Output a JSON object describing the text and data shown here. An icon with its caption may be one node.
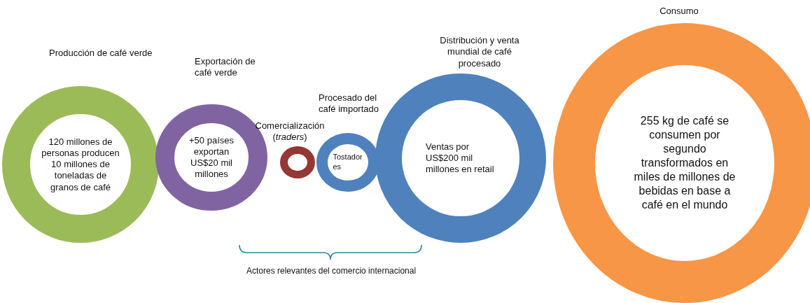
{
  "diagram": {
    "nodes": [
      {
        "text": [
          "Producción de café verde",
          "120 millones de personas producen 10 millones de toneladas de granos de café"
        ]
      },
      {
        "text": [
          "Exportación de café verde",
          "+50 países exportan US$20 mil millones"
        ]
      },
      {
        "text": [
          "Comercialización (*traders*)"
        ]
      },
      {
        "text": [
          "Procesado del café importado",
          "Tostadores"
        ]
      },
      {
        "text": [
          "Distribución y venta mundial de café procesado",
          "Ventas por US$200 mil millones en retail"
        ]
      },
      {
        "text": [
          "Consumo",
          "255 kg de café se consumen por segundo transformados en miles de millones de bebidas en base a café en el mundo"
        ]
      }
    ],
    "edges": [],
    "labels": [
      "Actores relevantes del comercio internacional"
    ]
  }
}
